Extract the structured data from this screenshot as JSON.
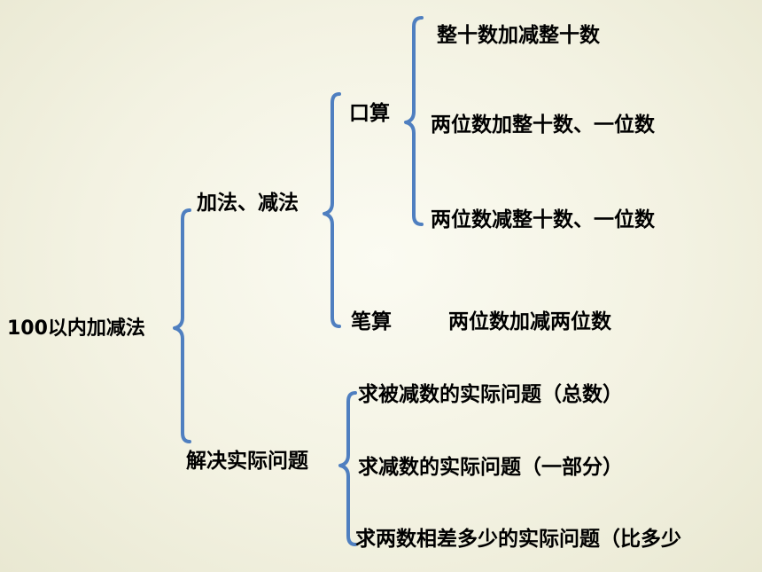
{
  "root": {
    "label": "100以内加减法"
  },
  "level1": {
    "add_sub": "加法、减法",
    "word_problems": "解决实际问题"
  },
  "level2": {
    "mental": "口算",
    "written": "笔算"
  },
  "mental_items": [
    "整十数加减整十数",
    "两位数加整十数、一位数",
    "两位数减整十数、一位数"
  ],
  "written_item": "两位数加减两位数",
  "problem_items": [
    "求被减数的实际问题（总数）",
    "求减数的实际问题（一部分）",
    "求两数相差多少的实际问题（比多少"
  ],
  "colors": {
    "brace": "#4f7fc0",
    "text": "#000000"
  }
}
